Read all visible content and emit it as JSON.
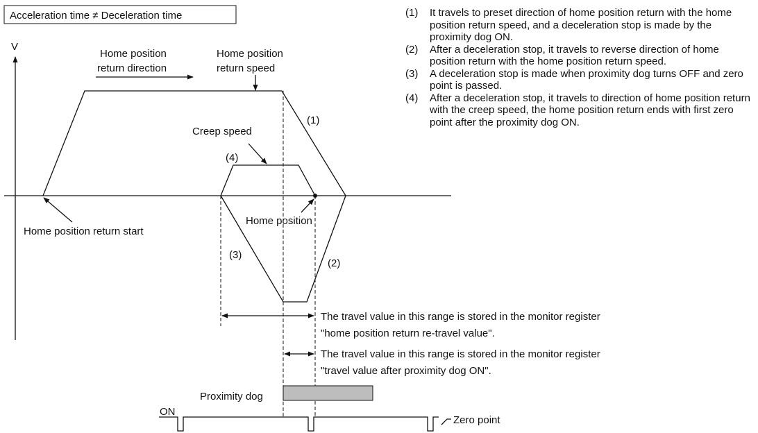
{
  "title": "Acceleration time ≠ Deceleration time",
  "axis": {
    "v_label": "V"
  },
  "labels": {
    "dir_line1": "Home position",
    "dir_line2": "return direction",
    "speed_line1": "Home position",
    "speed_line2": "return speed",
    "creep_speed": "Creep speed",
    "home_position": "Home position",
    "return_start": "Home position return start",
    "proximity_dog": "Proximity dog",
    "on": "ON",
    "zero_point": "Zero point"
  },
  "markers": {
    "m1": "(1)",
    "m2": "(2)",
    "m3": "(3)",
    "m4": "(4)"
  },
  "ranges": {
    "retravel_line1": "The travel value in this range is stored in the monitor register",
    "retravel_line2": "\"home position return re-travel value\".",
    "after_dog_line1": "The travel value in this range is stored in the monitor register",
    "after_dog_line2": "\"travel value after proximity dog ON\"."
  },
  "notes": [
    {
      "num": "(1)",
      "text": "It travels to preset direction of home position return with the home position return speed, and a deceleration stop is made by the proximity dog ON."
    },
    {
      "num": "(2)",
      "text": "After a deceleration stop, it travels to reverse direction of home position return with the home position return speed."
    },
    {
      "num": "(3)",
      "text": "A deceleration stop is made when proximity dog turns OFF and zero point is passed."
    },
    {
      "num": "(4)",
      "text": "After a deceleration stop, it travels to direction of home position return with the creep speed, the home position return ends with first zero point after the proximity dog ON."
    }
  ],
  "colors": {
    "line": "#111111",
    "dog_fill": "#bdbdbd"
  }
}
